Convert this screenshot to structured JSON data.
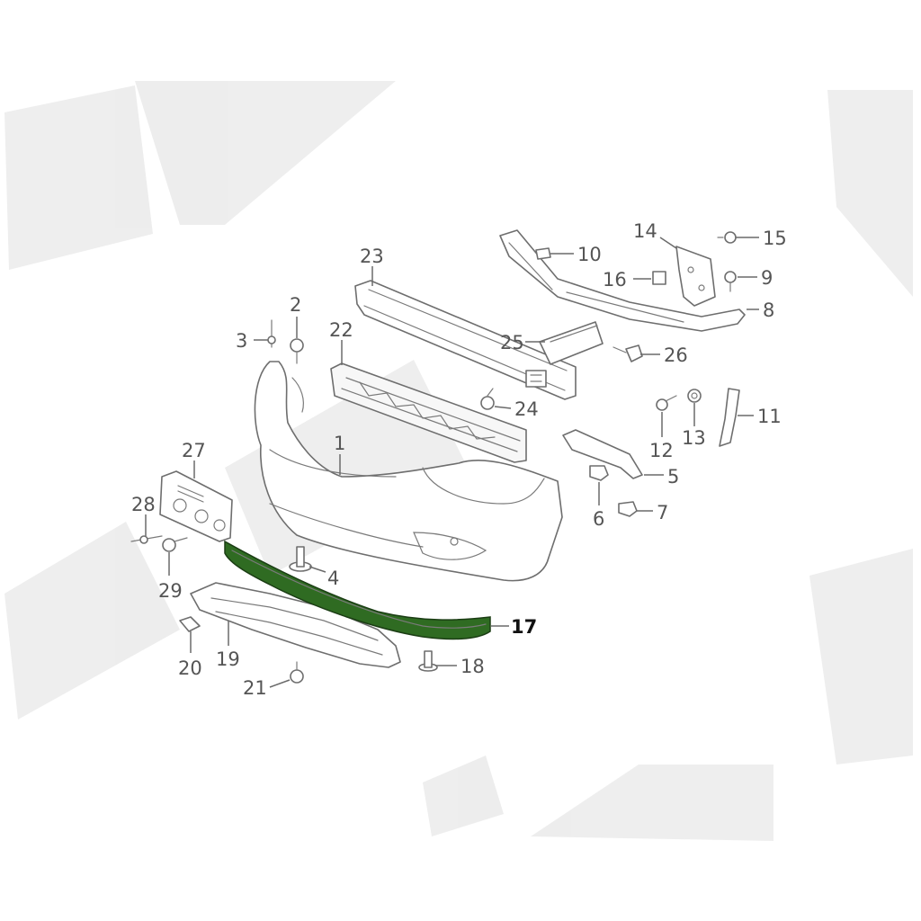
{
  "diagram": {
    "highlight_color": "#2f6b22",
    "line_color": "#6e6e6e",
    "callouts": [
      {
        "id": "1",
        "text": "1"
      },
      {
        "id": "2",
        "text": "2"
      },
      {
        "id": "3",
        "text": "3"
      },
      {
        "id": "4",
        "text": "4"
      },
      {
        "id": "5",
        "text": "5"
      },
      {
        "id": "6",
        "text": "6"
      },
      {
        "id": "7",
        "text": "7"
      },
      {
        "id": "8",
        "text": "8"
      },
      {
        "id": "9",
        "text": "9"
      },
      {
        "id": "10",
        "text": "10"
      },
      {
        "id": "11",
        "text": "11"
      },
      {
        "id": "12",
        "text": "12"
      },
      {
        "id": "13",
        "text": "13"
      },
      {
        "id": "14",
        "text": "14"
      },
      {
        "id": "15",
        "text": "15"
      },
      {
        "id": "16",
        "text": "16"
      },
      {
        "id": "17",
        "text": "17",
        "highlighted": true
      },
      {
        "id": "18",
        "text": "18"
      },
      {
        "id": "19",
        "text": "19"
      },
      {
        "id": "20",
        "text": "20"
      },
      {
        "id": "21",
        "text": "21"
      },
      {
        "id": "22",
        "text": "22"
      },
      {
        "id": "23",
        "text": "23"
      },
      {
        "id": "24",
        "text": "24"
      },
      {
        "id": "25",
        "text": "25"
      },
      {
        "id": "26",
        "text": "26"
      },
      {
        "id": "27",
        "text": "27"
      },
      {
        "id": "28",
        "text": "28"
      },
      {
        "id": "29",
        "text": "29"
      }
    ]
  }
}
